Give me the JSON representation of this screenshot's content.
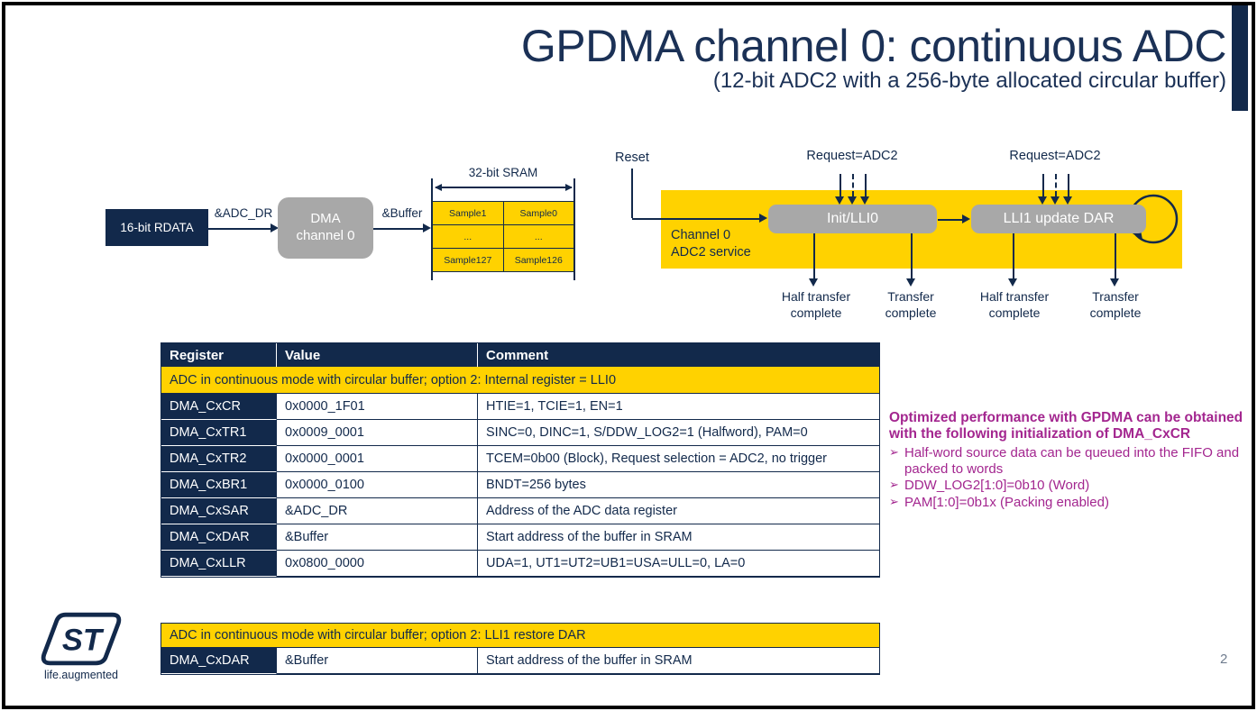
{
  "slide": {
    "title": "GPDMA channel 0: continuous ADC",
    "subtitle": "(12-bit ADC2 with a 256-byte allocated circular buffer)",
    "page_number": "2",
    "logo_text": "ST",
    "logo_tagline": "life.augmented"
  },
  "colors": {
    "navy": "#12294b",
    "yellow": "#ffd200",
    "gray": "#a8a8a8",
    "magenta": "#a3268f",
    "frame": "#000000"
  },
  "dma_flow_diagram": {
    "source_box": "16-bit RDATA",
    "source_arrow_label": "&ADC_DR",
    "dma_box_line1": "DMA",
    "dma_box_line2": "channel 0",
    "buffer_arrow_label": "&Buffer",
    "sram_title": "32-bit SRAM",
    "sram_rows": [
      [
        "Sample1",
        "Sample0"
      ],
      [
        "...",
        "..."
      ],
      [
        "Sample127",
        "Sample126"
      ]
    ]
  },
  "state_diagram": {
    "reset_label": "Reset",
    "request_label_1": "Request=ADC2",
    "request_label_2": "Request=ADC2",
    "channel_label_line1": "Channel 0",
    "channel_label_line2": "ADC2 service",
    "state1": "Init/LLI0",
    "state2": "LLI1 update DAR",
    "outputs": [
      {
        "line1": "Half transfer",
        "line2": "complete"
      },
      {
        "line1": "Transfer",
        "line2": "complete"
      },
      {
        "line1": "Half transfer",
        "line2": "complete"
      },
      {
        "line1": "Transfer",
        "line2": "complete"
      }
    ]
  },
  "register_table": {
    "headers": [
      "Register",
      "Value",
      "Comment"
    ],
    "banner": "ADC in continuous mode with circular buffer; option 2: Internal register = LLI0",
    "rows": [
      {
        "register": "DMA_CxCR",
        "value": "0x0000_1F01",
        "comment": "HTIE=1, TCIE=1, EN=1"
      },
      {
        "register": "DMA_CxTR1",
        "value": "0x0009_0001",
        "comment": "SINC=0, DINC=1, S/DDW_LOG2=1 (Halfword), PAM=0"
      },
      {
        "register": "DMA_CxTR2",
        "value": "0x0000_0001",
        "comment": "TCEM=0b00 (Block), Request selection = ADC2, no trigger"
      },
      {
        "register": "DMA_CxBR1",
        "value": "0x0000_0100",
        "comment": "BNDT=256 bytes"
      },
      {
        "register": "DMA_CxSAR",
        "value": "&ADC_DR",
        "comment": "Address of the ADC data register"
      },
      {
        "register": "DMA_CxDAR",
        "value": "&Buffer",
        "comment": "Start address of the buffer in SRAM"
      },
      {
        "register": "DMA_CxLLR",
        "value": "0x0800_0000",
        "comment": "UDA=1, UT1=UT2=UB1=USA=ULL=0, LA=0"
      }
    ]
  },
  "restore_table": {
    "banner": "ADC in continuous mode with circular buffer; option 2: LLI1 restore DAR",
    "rows": [
      {
        "register": "DMA_CxDAR",
        "value": "&Buffer",
        "comment": "Start address of the buffer in SRAM"
      }
    ]
  },
  "note": {
    "heading": "Optimized performance with GPDMA can be obtained with the following initialization of  DMA_CxCR",
    "bullets": [
      "Half-word source data can be queued into the FIFO and packed to words",
      "DDW_LOG2[1:0]=0b10 (Word)",
      "PAM[1:0]=0b1x (Packing enabled)"
    ]
  }
}
